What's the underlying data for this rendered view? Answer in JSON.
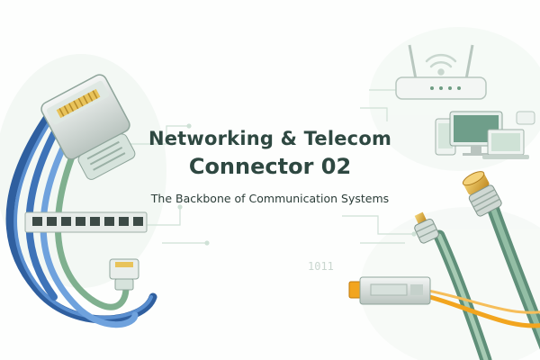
{
  "headline": {
    "line1": "Networking & Telecom",
    "line2": "Connector 02",
    "subtitle": "The Backbone of Communication Systems"
  },
  "decor": {
    "binary_text": "1011",
    "palette": {
      "accent": "#6e9c83",
      "dark_text": "#2e4841",
      "cable_blue": "#3e73b8",
      "cable_green": "#7fb08f",
      "gold": "#e0b24a",
      "orange": "#f2a51f"
    }
  }
}
